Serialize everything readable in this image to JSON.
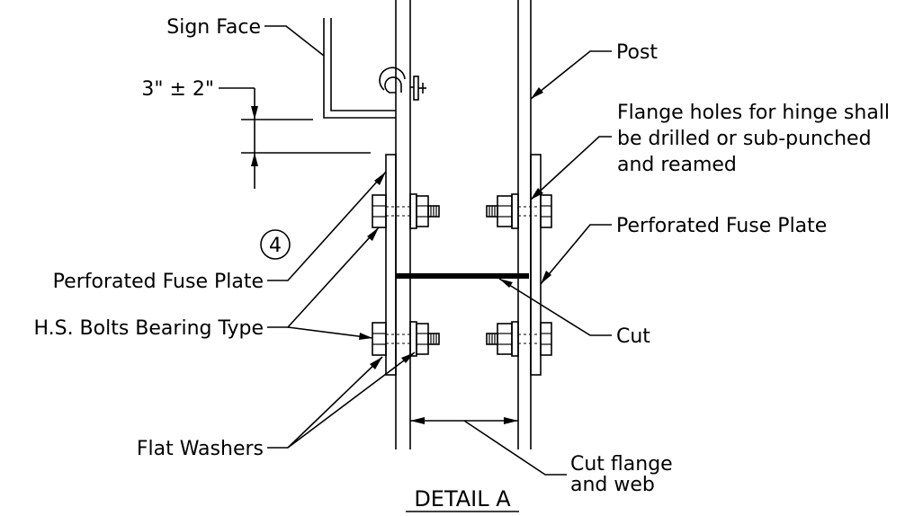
{
  "labels": {
    "sign_face": "Sign Face",
    "dimension": "3\" ± 2\"",
    "post": "Post",
    "flange_holes_1": "Flange holes for hinge shall",
    "flange_holes_2": "be drilled or sub-punched",
    "flange_holes_3": "and reamed",
    "perforated_fuse_plate_right": "Perforated Fuse Plate",
    "callout_number": "4",
    "perforated_fuse_plate_left": "Perforated Fuse Plate",
    "hs_bolts": "H.S. Bolts Bearing Type",
    "cut": "Cut",
    "flat_washers": "Flat Washers",
    "cut_flange_1": "Cut flange",
    "cut_flange_2": "and web",
    "title": "DETAIL A"
  }
}
